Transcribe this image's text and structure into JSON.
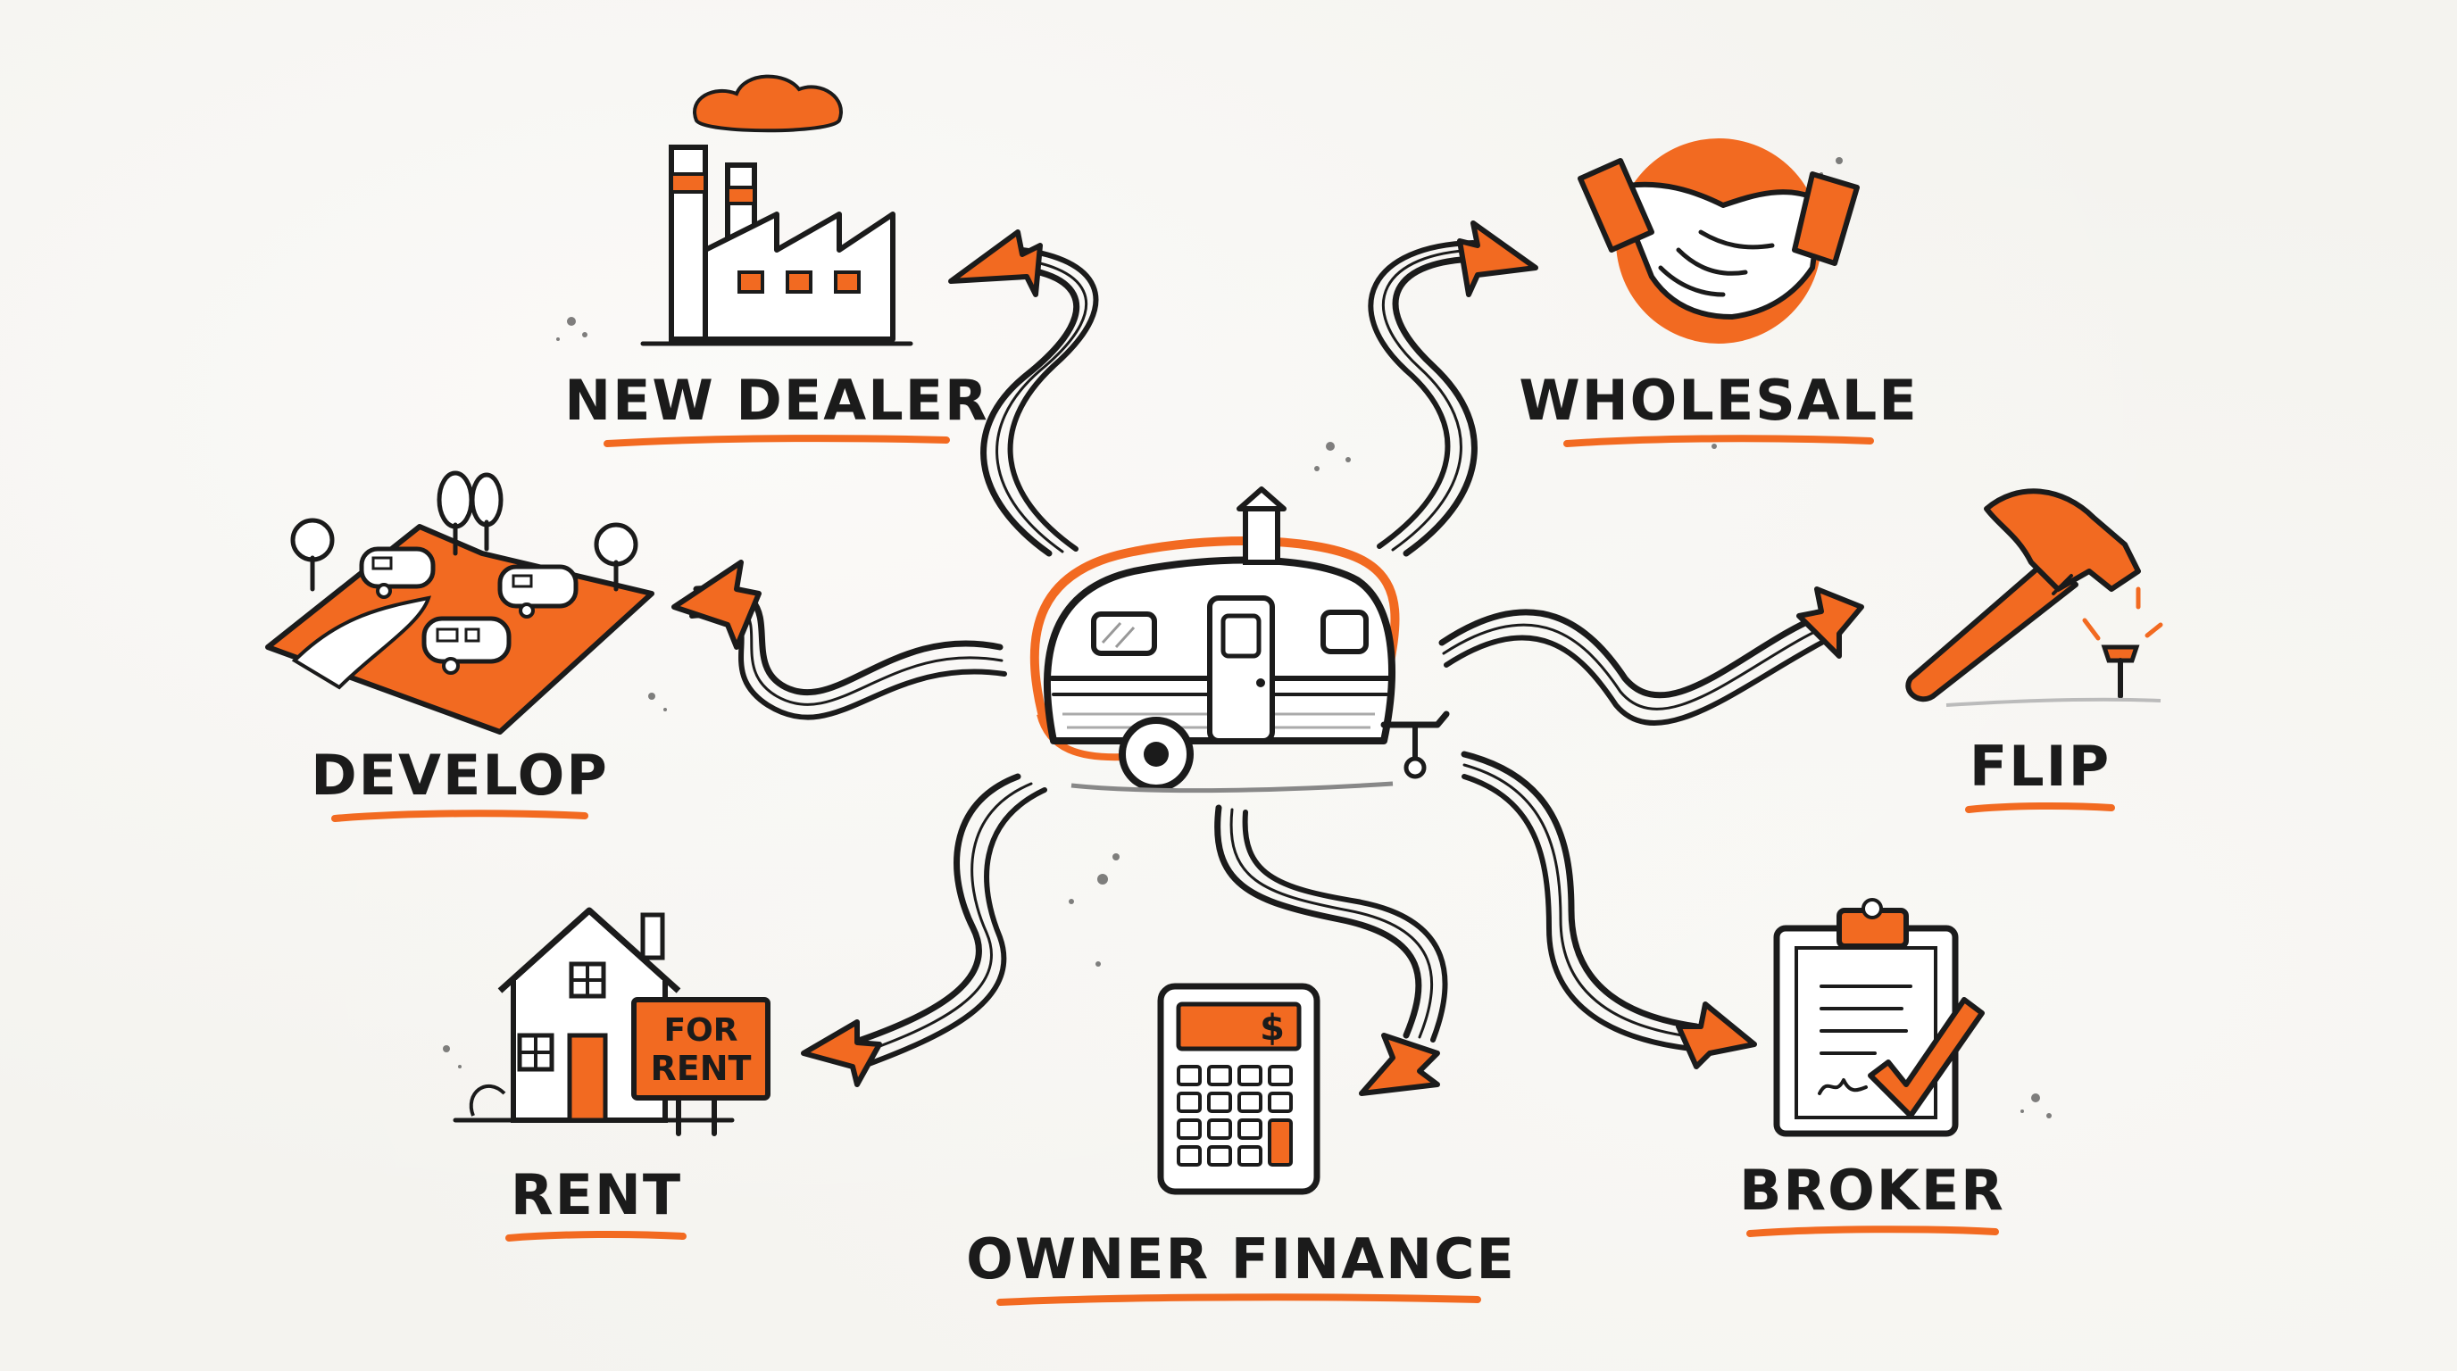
{
  "colors": {
    "accent": "#f26a21",
    "ink": "#1b1b1b",
    "paper": "#f4f3ef"
  },
  "center": {
    "icon": "camper-trailer-icon"
  },
  "nodes": [
    {
      "id": "new-dealer",
      "label": "NEW DEALER",
      "icon": "factory-icon"
    },
    {
      "id": "wholesale",
      "label": "WHOLESALE",
      "icon": "handshake-icon"
    },
    {
      "id": "develop",
      "label": "DEVELOP",
      "icon": "land-park-icon"
    },
    {
      "id": "flip",
      "label": "FLIP",
      "icon": "hammer-icon"
    },
    {
      "id": "rent",
      "label": "RENT",
      "icon": "house-for-rent-icon"
    },
    {
      "id": "owner-finance",
      "label": "OWNER FINANCE",
      "icon": "calculator-icon"
    },
    {
      "id": "broker",
      "label": "BROKER",
      "icon": "clipboard-check-icon"
    }
  ],
  "signs": {
    "rent_line1": "FOR",
    "rent_line2": "RENT",
    "calculator_symbol": "$"
  }
}
